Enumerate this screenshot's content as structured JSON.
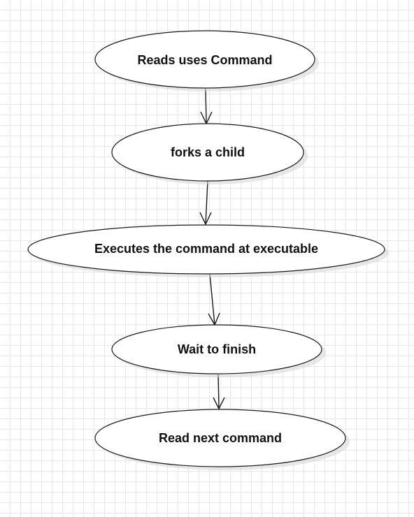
{
  "diagram": {
    "nodes": [
      {
        "id": "n1",
        "label": "Reads uses Command"
      },
      {
        "id": "n2",
        "label": "forks a child"
      },
      {
        "id": "n3",
        "label": "Executes the command at executable"
      },
      {
        "id": "n4",
        "label": "Wait to finish"
      },
      {
        "id": "n5",
        "label": "Read next command"
      }
    ],
    "edges": [
      {
        "from": "n1",
        "to": "n2"
      },
      {
        "from": "n2",
        "to": "n3"
      },
      {
        "from": "n3",
        "to": "n4"
      },
      {
        "from": "n4",
        "to": "n5"
      }
    ]
  }
}
